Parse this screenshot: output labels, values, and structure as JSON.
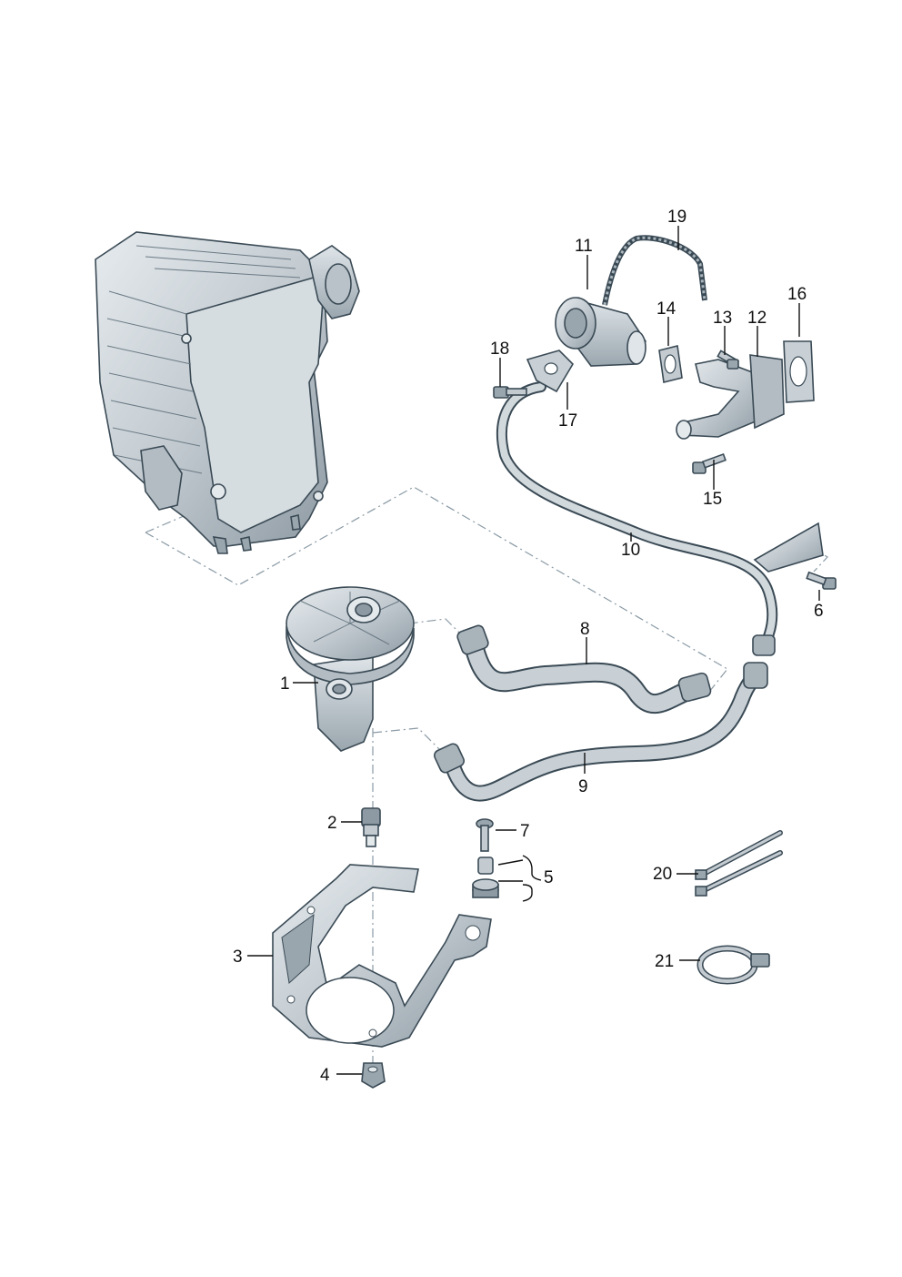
{
  "callouts": [
    {
      "id": "1",
      "label": "1"
    },
    {
      "id": "2",
      "label": "2"
    },
    {
      "id": "3",
      "label": "3"
    },
    {
      "id": "4",
      "label": "4"
    },
    {
      "id": "5",
      "label": "5"
    },
    {
      "id": "6",
      "label": "6"
    },
    {
      "id": "7",
      "label": "7"
    },
    {
      "id": "8",
      "label": "8"
    },
    {
      "id": "9",
      "label": "9"
    },
    {
      "id": "10",
      "label": "10"
    },
    {
      "id": "11",
      "label": "11"
    },
    {
      "id": "12",
      "label": "12"
    },
    {
      "id": "13",
      "label": "13"
    },
    {
      "id": "14",
      "label": "14"
    },
    {
      "id": "15",
      "label": "15"
    },
    {
      "id": "16",
      "label": "16"
    },
    {
      "id": "17",
      "label": "17"
    },
    {
      "id": "18",
      "label": "18"
    },
    {
      "id": "19",
      "label": "19"
    },
    {
      "id": "20",
      "label": "20"
    },
    {
      "id": "21",
      "label": "21"
    }
  ],
  "colors": {
    "part_fill": "#c3cbd1",
    "part_dark": "#8e9aa3",
    "part_light": "#e4e9ec",
    "outline": "#3a4a55",
    "dash": "#8a9aa5",
    "text": "#111111"
  }
}
